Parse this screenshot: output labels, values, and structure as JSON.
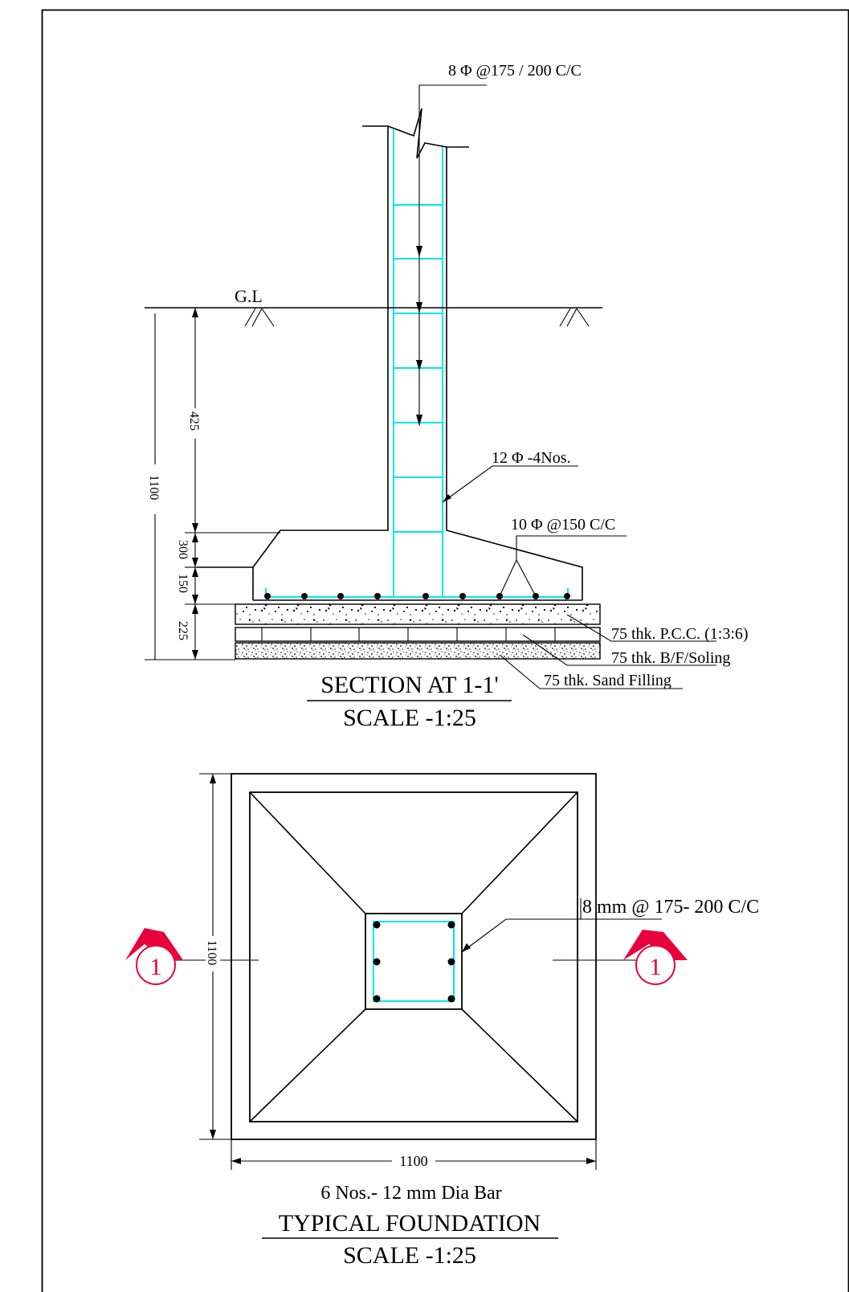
{
  "section": {
    "top_rebar_label": "8 Φ @175 / 200 C/C",
    "gl_label": "G.L",
    "main_bar_label": "12 Φ -4Nos.",
    "footing_bar_label": "10 Φ @150 C/C",
    "dims": {
      "total": "1100",
      "d425": "425",
      "d300": "300",
      "d150": "150",
      "d225": "225"
    },
    "layers": [
      "75 thk. P.C.C. (1:3:6)",
      "75 thk. B/F/Soling",
      "75 thk. Sand Filling"
    ],
    "title": "SECTION AT 1-1'",
    "scale": "SCALE -1:25"
  },
  "plan": {
    "stirrup_label": "8 mm @ 175- 200 C/C",
    "dim_vertical": "1100",
    "dim_horizontal": "1100",
    "section_marker_left": "1",
    "section_marker_right": "1",
    "bar_note": "6 Nos.- 12 mm Dia Bar",
    "title": "TYPICAL FOUNDATION",
    "scale": "SCALE -1:25"
  },
  "colors": {
    "rebar": "#00e5ee",
    "section_marker": "#e8003d",
    "lines": "#000000"
  }
}
